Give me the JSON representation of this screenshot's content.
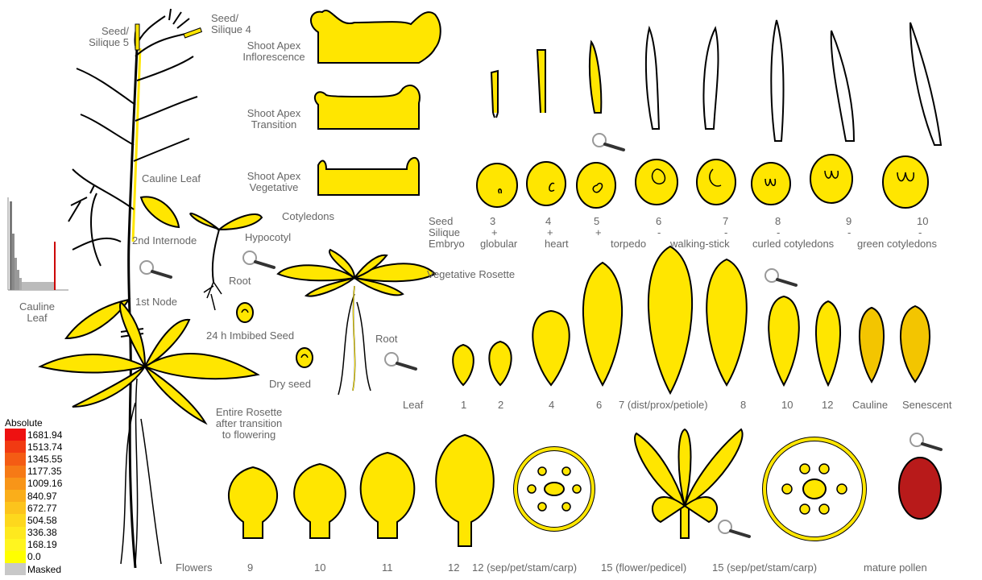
{
  "labels": {
    "seed_silique_5": "Seed/\nSilique 5",
    "seed_silique_4": "Seed/\nSilique 4",
    "shoot_apex_infl": "Shoot Apex\nInflorescence",
    "shoot_apex_trans": "Shoot Apex\nTransition",
    "shoot_apex_veg": "Shoot Apex\nVegetative",
    "cauline_leaf_top": "Cauline Leaf",
    "cotyledons": "Cotyledons",
    "hypocotyl": "Hypocotyl",
    "second_internode": "2nd Internode",
    "root_seedling": "Root",
    "cauline_leaf_left": "Cauline\nLeaf",
    "first_node": "1st Node",
    "imbibed_seed": "24 h Imbibed Seed",
    "vegetative_rosette": "Vegetative Rosette",
    "root_rosette": "Root",
    "dry_seed": "Dry seed",
    "entire_rosette": "Entire Rosette\nafter transition\nto flowering"
  },
  "seed_rows": {
    "row_labels": [
      "Seed",
      "Silique",
      "Embryo"
    ],
    "seed_numbers": [
      "3",
      "4",
      "5",
      "6",
      "7",
      "8",
      "9",
      "10"
    ],
    "silique_marks": [
      "+",
      "+",
      "+",
      "-",
      "-",
      "-",
      "-",
      "-"
    ],
    "embryo_stages": [
      "globular",
      "heart",
      "torpedo",
      "walking-stick",
      "curled cotyledons",
      "green cotyledons"
    ]
  },
  "leaf_row": {
    "title": "Leaf",
    "labels": [
      "1",
      "2",
      "4",
      "6",
      "7 (dist/prox/petiole)",
      "8",
      "10",
      "12",
      "Cauline",
      "Senescent"
    ]
  },
  "flower_row": {
    "title": "Flowers",
    "labels": [
      "9",
      "10",
      "11",
      "12",
      "12 (sep/pet/stam/carp)",
      "15 (flower/pedicel)",
      "15 (sep/pet/stam/carp)",
      "mature pollen"
    ]
  },
  "legend": {
    "title": "Absolute",
    "entries": [
      {
        "value": "1681.94",
        "color": "#ee1111"
      },
      {
        "value": "1513.74",
        "color": "#f13a12"
      },
      {
        "value": "1345.55",
        "color": "#f45c14"
      },
      {
        "value": "1177.35",
        "color": "#f67a16"
      },
      {
        "value": "1009.16",
        "color": "#f89518"
      },
      {
        "value": "840.97",
        "color": "#faae1a"
      },
      {
        "value": "672.77",
        "color": "#fcc41c"
      },
      {
        "value": "504.58",
        "color": "#fdd81d"
      },
      {
        "value": "336.38",
        "color": "#fee91e"
      },
      {
        "value": "168.19",
        "color": "#fff51f"
      },
      {
        "value": "0.0",
        "color": "#ffff00"
      },
      {
        "value": "Masked",
        "color": "#c8c8c8"
      }
    ]
  },
  "colors": {
    "tissue_fill": "#ffe600",
    "tissue_fill_light": "#f7e232",
    "outline": "#000000",
    "pollen": "#b81a1a",
    "histogram_marker": "#cc0000"
  },
  "icons": {
    "magnifier": "magnifier-icon"
  }
}
